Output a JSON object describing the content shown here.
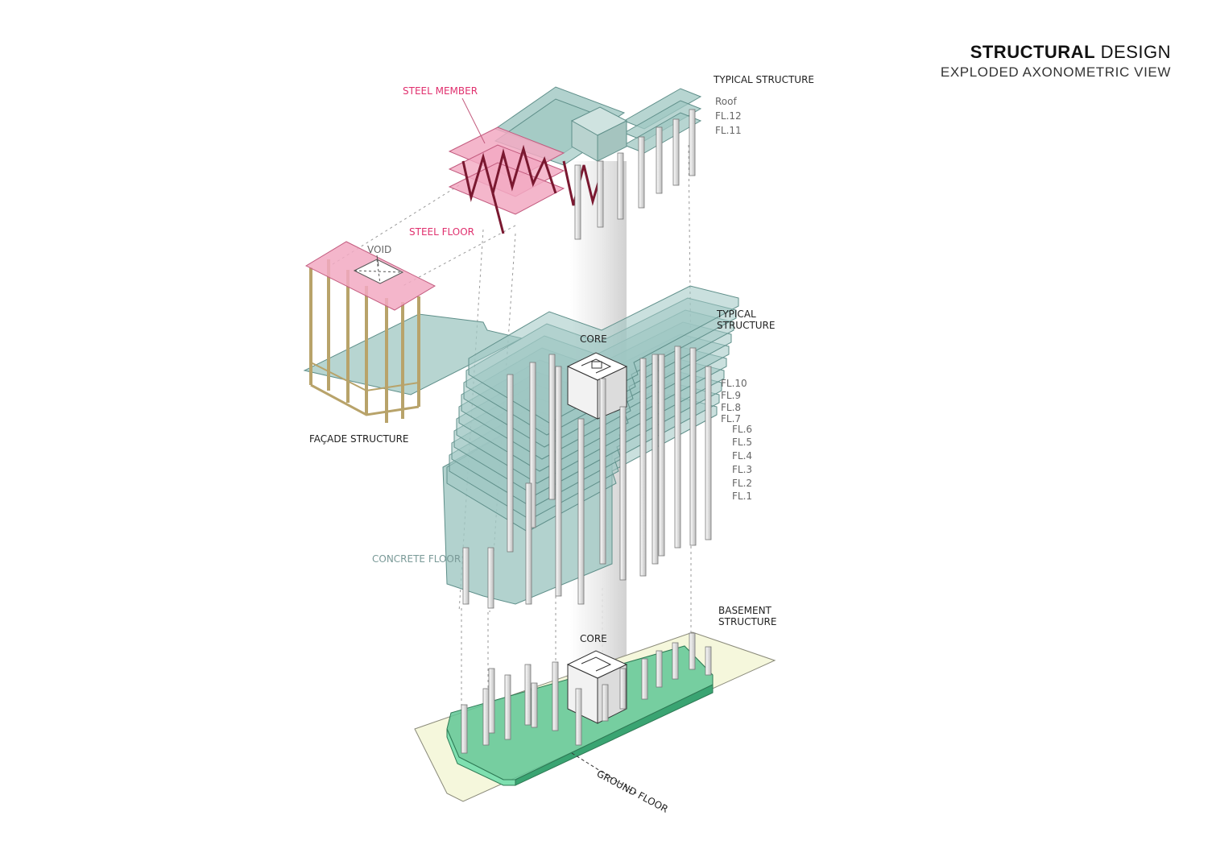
{
  "title": {
    "bold": "STRUCTURAL",
    "rest": "DESIGN",
    "subtitle": "EXPLODED AXONOMETRIC VIEW"
  },
  "labels": {
    "typical_structure_top": "TYPICAL STRUCTURE",
    "roof": "Roof",
    "fl12": "FL.12",
    "fl11": "FL.11",
    "steel_member": "STEEL MEMBER",
    "steel_floor": "STEEL FLOOR",
    "void": "VOID",
    "facade_structure": "FAÇADE STRUCTURE",
    "typical_structure_mid_1": "TYPICAL",
    "typical_structure_mid_2": "STRUCTURE",
    "core_top": "CORE",
    "concrete_floor": "CONCRETE FLOOR",
    "basement_1": "BASEMENT",
    "basement_2": "STRUCTURE",
    "core_bottom": "CORE",
    "ground_floor": "GROUND FLOOR",
    "floors": [
      "FL.10",
      "FL.9",
      "FL.8",
      "FL.7",
      "FL.6",
      "FL.5",
      "FL.4",
      "FL.3",
      "FL.2",
      "FL.1"
    ]
  },
  "colors": {
    "slab_teal": "#9fc7c2",
    "slab_stroke": "#5f8f8a",
    "steel_pink": "#f2a9c2",
    "steel_member": "#7a1830",
    "facade_gold": "#b8a36a",
    "basement_green": "#5fc795",
    "site_yellow": "#f5f7dc",
    "column": "#f4f4f4"
  }
}
